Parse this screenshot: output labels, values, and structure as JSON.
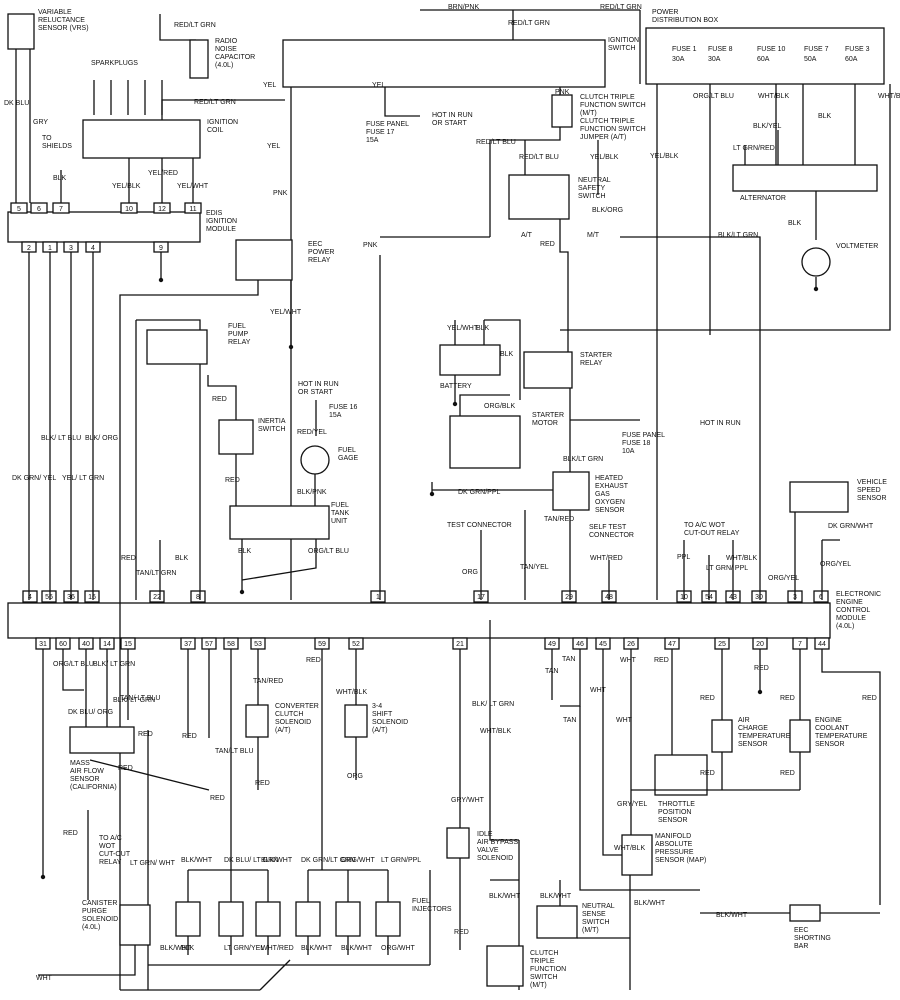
{
  "components": {
    "vrs": [
      "VARIABLE",
      "RELUCTANCE",
      "SENSOR (VRS)"
    ],
    "radio_cap": [
      "RADIO",
      "NOISE",
      "CAPACITOR",
      "(4.0L)"
    ],
    "ignition_switch": [
      "IGNITION",
      "SWITCH"
    ],
    "pdb": [
      "POWER",
      "DISTRIBUTION BOX"
    ],
    "fuses": [
      {
        "label": "FUSE 1",
        "rating": "30A"
      },
      {
        "label": "FUSE 8",
        "rating": "30A"
      },
      {
        "label": "FUSE 10",
        "rating": "60A"
      },
      {
        "label": "FUSE 7",
        "rating": "50A"
      },
      {
        "label": "FUSE 3",
        "rating": "60A"
      }
    ],
    "sparkplugs": "SPARKPLUGS",
    "ignition_coil": [
      "IGNITION",
      "COIL"
    ],
    "to_shields": [
      "TO",
      "SHIELDS"
    ],
    "edis": [
      "EDIS",
      "IGNITION",
      "MODULE"
    ],
    "fuse17": [
      "FUSE PANEL",
      "FUSE 17",
      "15A"
    ],
    "hot_run_start": [
      "HOT IN RUN",
      "OR START"
    ],
    "ctfs_mt": [
      "CLUTCH TRIPLE",
      "FUNCTION SWITCH",
      "(M/T)",
      "CLUTCH TRIPLE",
      "FUNCTION SWITCH",
      "JUMPER (A/T)"
    ],
    "nss": [
      "NEUTRAL",
      "SAFETY",
      "SWITCH"
    ],
    "at": "A/T",
    "mt": "M/T",
    "alternator": "ALTERNATOR",
    "voltmeter": "VOLTMETER",
    "eec_relay": [
      "EEC",
      "POWER",
      "RELAY"
    ],
    "fuel_pump_relay": [
      "FUEL",
      "PUMP",
      "RELAY"
    ],
    "battery": "BATTERY",
    "starter_relay": [
      "STARTER",
      "RELAY"
    ],
    "starter_motor": [
      "STARTER",
      "MOTOR"
    ],
    "inertia": [
      "INERTIA",
      "SWITCH"
    ],
    "hot_run_start2": [
      "HOT IN RUN",
      "OR START"
    ],
    "fuse16": [
      "FUSE 16",
      "15A"
    ],
    "fuel_gage": [
      "FUEL",
      "GAGE"
    ],
    "fuel_tank": [
      "FUEL",
      "TANK",
      "UNIT"
    ],
    "hot_run": "HOT IN RUN",
    "fuse18": [
      "FUSE PANEL",
      "FUSE 18",
      "10A"
    ],
    "hego": [
      "HEATED",
      "EXHAUST",
      "GAS",
      "OXYGEN",
      "SENSOR"
    ],
    "test_conn": "TEST CONNECTOR",
    "self_test": [
      "SELF TEST",
      "CONNECTOR"
    ],
    "ac_wot": [
      "TO A/C WOT",
      "CUT-OUT RELAY"
    ],
    "vss": [
      "VEHICLE",
      "SPEED",
      "SENSOR"
    ],
    "eec_module": [
      "ELECTRONIC",
      "ENGINE",
      "CONTROL",
      "MODULE",
      "(4.0L)"
    ],
    "maf": [
      "MASS",
      "AIR FLOW",
      "SENSOR",
      "(CALIFORNIA)"
    ],
    "ac_wot2": [
      "TO A/C",
      "WOT",
      "CUT-OUT",
      "RELAY"
    ],
    "ccs": [
      "CONVERTER",
      "CLUTCH",
      "SOLENOID",
      "(A/T)"
    ],
    "shift": [
      "3-4",
      "SHIFT",
      "SOLENOID",
      "(A/T)"
    ],
    "act": [
      "AIR",
      "CHARGE",
      "TEMPERATURE",
      "SENSOR"
    ],
    "ect": [
      "ENGINE",
      "COOLANT",
      "TEMPERATURE",
      "SENSOR"
    ],
    "tps": [
      "THROTTLE",
      "POSITION",
      "SENSOR"
    ],
    "iac": [
      "IDLE",
      "AIR BYPASS",
      "VALVE",
      "SOLENOID"
    ],
    "map": [
      "MANIFOLD",
      "ABSOLUTE",
      "PRESSURE",
      "SENSOR (MAP)"
    ],
    "canister": [
      "CANISTER",
      "PURGE",
      "SOLENOID",
      "(4.0L)"
    ],
    "injectors": [
      "FUEL",
      "INJECTORS"
    ],
    "nss_mt": [
      "NEUTRAL",
      "SENSE",
      "SWITCH",
      "(M/T)"
    ],
    "ctfs2": [
      "CLUTCH",
      "TRIPLE",
      "FUNCTION",
      "SWITCH",
      "(M/T)"
    ],
    "shorting": [
      "EEC",
      "SHORTING",
      "BAR"
    ]
  },
  "edis_pins_top": [
    "5",
    "6",
    "7",
    "10",
    "12",
    "11"
  ],
  "edis_pins_bottom": [
    "2",
    "1",
    "3",
    "4",
    "9"
  ],
  "eec_pins_top": [
    "4",
    "56",
    "36",
    "16",
    "22",
    "8",
    "1",
    "17",
    "29",
    "48",
    "10",
    "54",
    "43",
    "30",
    "3",
    "6"
  ],
  "eec_pins_bottom": [
    "31",
    "60",
    "40",
    "14",
    "15",
    "37",
    "57",
    "58",
    "53",
    "59",
    "52",
    "21",
    "49",
    "46",
    "45",
    "26",
    "47",
    "25",
    "20",
    "7",
    "44"
  ],
  "wire_labels": [
    "DK BLU",
    "GRY",
    "BLK",
    "YEL/BLK",
    "YEL/RED",
    "YEL/WHT",
    "RED/LT GRN",
    "RED/LT GRN",
    "BRN/PNK",
    "RED/LT GRN",
    "RED/LT GRN",
    "YEL",
    "YEL",
    "YEL",
    "PNK",
    "WHT/BLK",
    "PNK",
    "PNK",
    "RED/LT BLU",
    "RED/LT BLU",
    "YEL/BLK",
    "BLK/ORG",
    "RED",
    "YEL/WHT",
    "ORG/LT BLU",
    "WHT/BLK",
    "BLK/YEL",
    "LT GRN/RED",
    "BLK",
    "WHT/BLK",
    "YEL/BLK",
    "BLK",
    "BLK/LT GRN",
    "BLK",
    "RED",
    "RED",
    "BLK",
    "ORG/LT BLU",
    "RED/YEL",
    "BLK/PNK",
    "YEL/WHT",
    "BLK",
    "BLK",
    "ORG/BLK",
    "BLK/LT GRN",
    "DK GRN/PPL",
    "TAN/RED",
    "ORG",
    "WHT/RED",
    "TAN/YEL",
    "PPL",
    "LT GRN/ PPL",
    "WHT/BLK",
    "ORG/YEL",
    "DK GRN/WHT",
    "ORG/YEL",
    "BLK/ LT BLU",
    "BLK/ ORG",
    "DK GRN/ YEL",
    "YEL/ LT GRN",
    "RED",
    "TAN/LT GRN",
    "ORG/LT BLU",
    "BLK/ LT GRN",
    "DK BLU/ ORG",
    "BLK/ LT GRN",
    "TAN/ LT BLU",
    "RED",
    "RED",
    "RED",
    "RED",
    "RED",
    "LT GRN/ WHT",
    "WHT",
    "TAN/RED",
    "TAN/LT BLU",
    "RED",
    "RED",
    "WHT/BLK",
    "ORG",
    "BLK/WHT",
    "DK BLU/ LT GRN",
    "BLK/WHT",
    "DK GRN/LT GRN",
    "ORG/WHT",
    "LT GRN/PPL",
    "BLK",
    "LT GRN/YEL",
    "WHT/RED",
    "BLK/WHT",
    "BLK/WHT",
    "ORG/WHT",
    "BLK/WHT",
    "GRY/WHT",
    "BLK/ LT GRN",
    "RED",
    "TAN",
    "TAN",
    "TAN",
    "WHT",
    "WHT",
    "WHT",
    "RED",
    "RED",
    "RED",
    "RED",
    "RED",
    "RED",
    "RED",
    "GRY/YEL",
    "WHT/BLK",
    "WHT/BLK",
    "BLK/WHT",
    "BLK/WHT",
    "BLK/WHT",
    "BLK/WHT"
  ]
}
